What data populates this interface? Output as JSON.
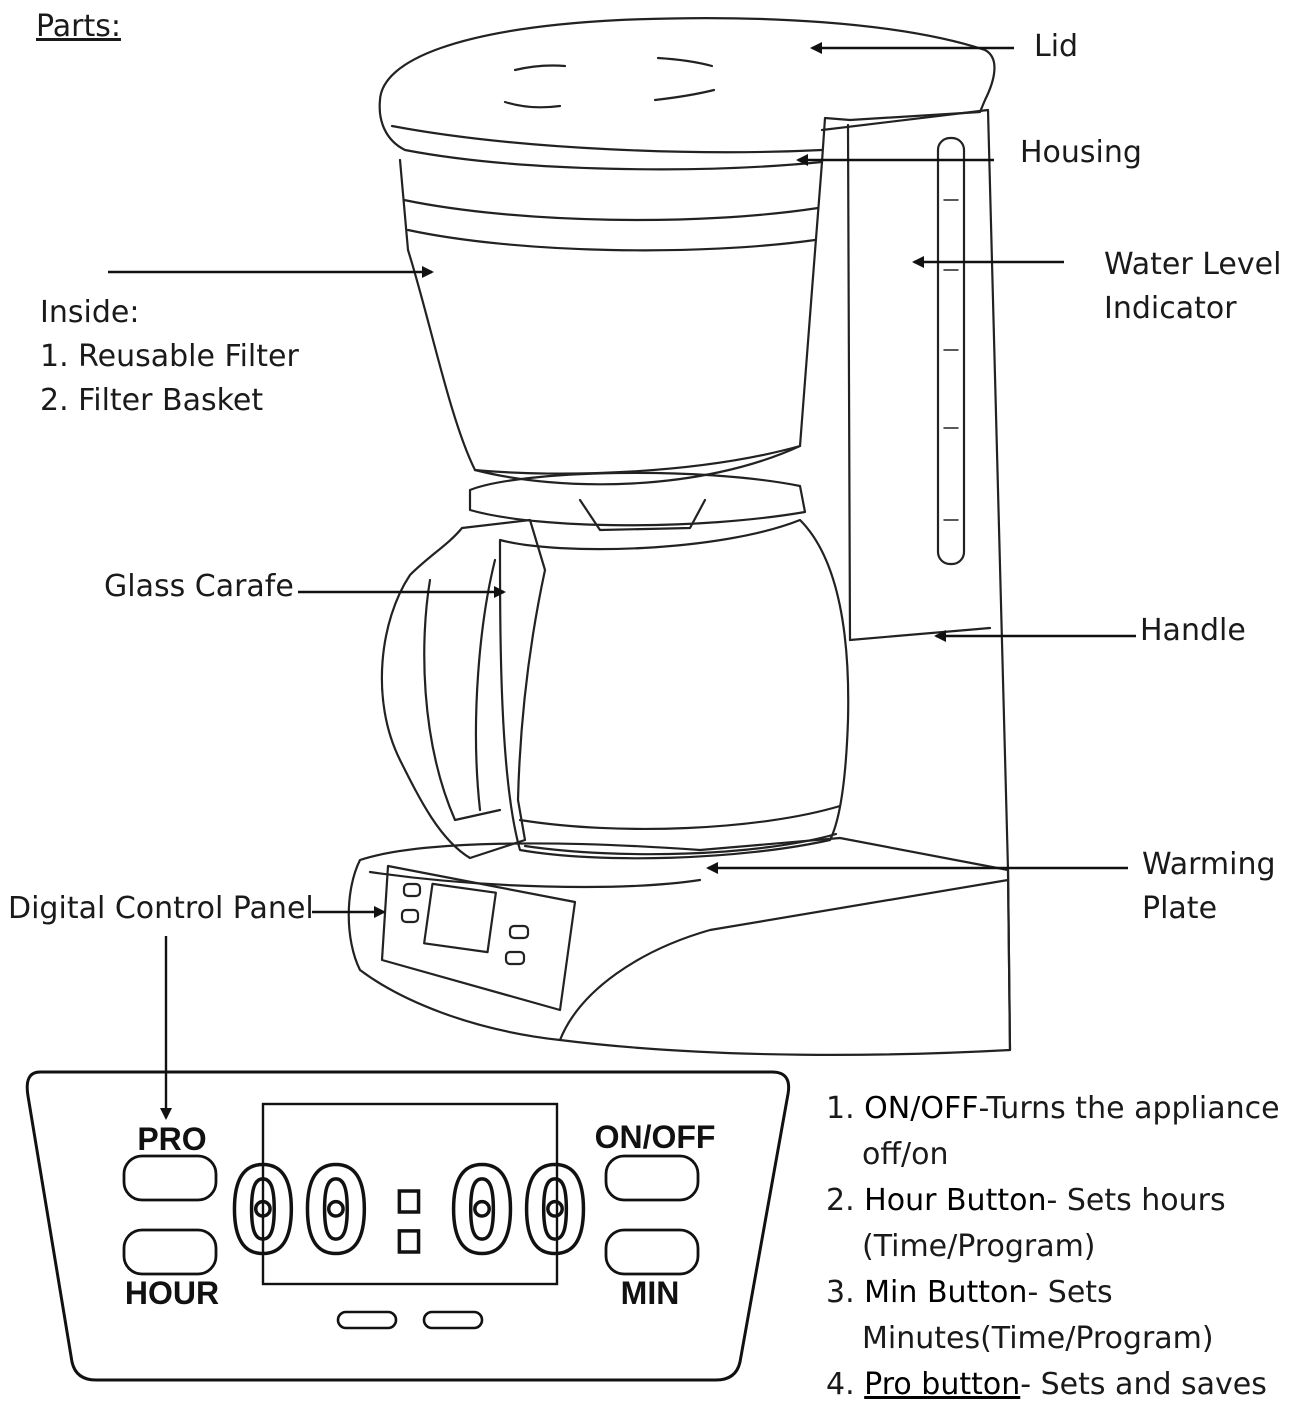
{
  "title": "Parts:",
  "labels": {
    "lid": "Lid",
    "housing": "Housing",
    "water_level_1": "Water Level",
    "water_level_2": "Indicator",
    "inside_heading": "Inside:",
    "inside_1": "1. Reusable Filter",
    "inside_2": "2. Filter Basket",
    "glass_carafe": "Glass Carafe",
    "handle": "Handle",
    "warming_1": "Warming",
    "warming_2": "Plate",
    "control_panel": "Digital Control Panel"
  },
  "panel": {
    "pro": "PRO",
    "hour": "HOUR",
    "on_off": "ON/OFF",
    "min": "MIN",
    "display": "00:00"
  },
  "list": [
    {
      "num": "1.",
      "term": "ON/OFF",
      "desc": "-Turns the appliance",
      "cont": "off/on"
    },
    {
      "num": "2.",
      "term": "Hour Button",
      "desc": "- Sets hours",
      "cont": "(Time/Program)"
    },
    {
      "num": "3.",
      "term": "Min Button",
      "desc": "- Sets",
      "cont": "Minutes(Time/Program)"
    },
    {
      "num": "4.",
      "term": "Pro button",
      "desc": "- Sets and saves",
      "cont": ""
    }
  ]
}
